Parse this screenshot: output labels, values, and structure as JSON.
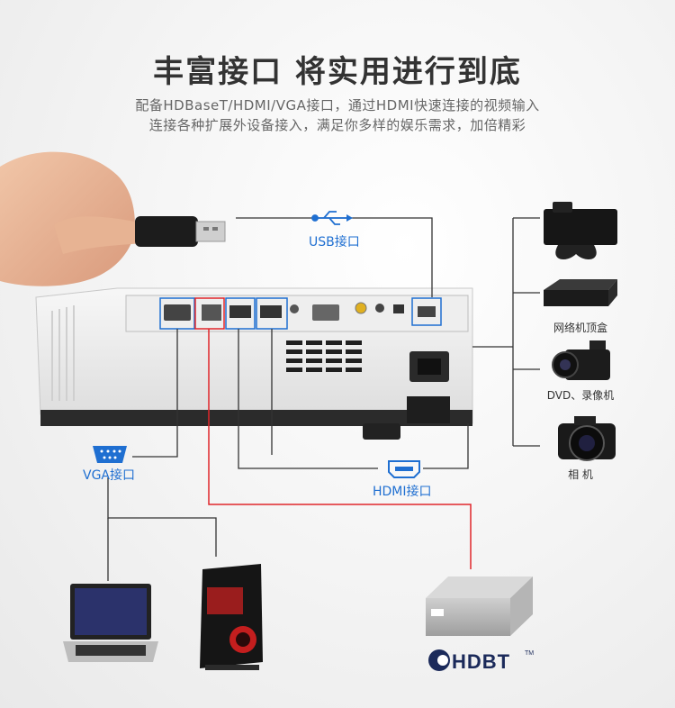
{
  "header": {
    "title": "丰富接口 将实用进行到底",
    "subtitle_line1": "配备HDBaseT/HDMI/VGA接口，通过HDMI快速连接的视频输入",
    "subtitle_line2": "连接各种扩展外设备接入，满足你多样的娱乐需求，加倍精彩"
  },
  "ports": {
    "usb_label": "USB接口",
    "vga_label": "VGA接口",
    "hdmi_label": "HDMI接口"
  },
  "devices": {
    "tvbox_label": "网络机顶盒",
    "camcorder_label": "DVD、录像机",
    "camera_label": "相 机"
  },
  "hdbt": {
    "logo_text": "HDBT",
    "tm": "TM"
  },
  "colors": {
    "accent_blue": "#1f6fd1",
    "hdbt_red": "#e0262b",
    "line_gray": "#333333"
  }
}
